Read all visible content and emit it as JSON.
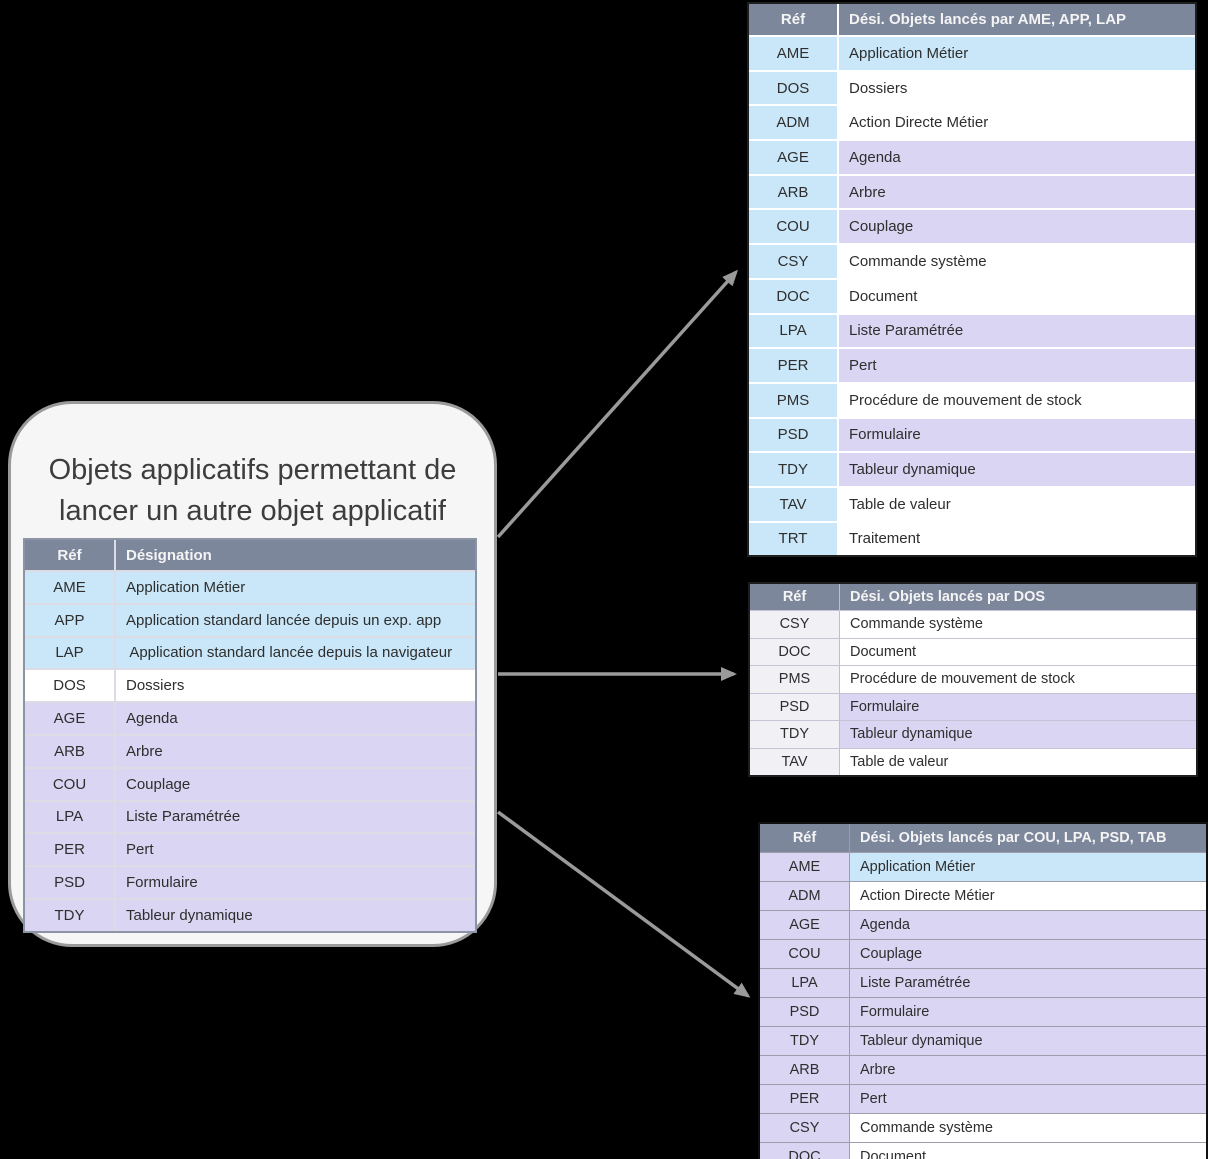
{
  "colors": {
    "background": "#000000",
    "table_header": "#7d879b",
    "cell_blue": "#c9e7f8",
    "cell_purple": "#d9d5f2",
    "cell_white": "#ffffff",
    "cell_gray": "#f1f0f5",
    "arrow": "#9a9a9a",
    "box_fill": "#f6f6f6",
    "box_border": "#9a9a9a"
  },
  "source_box": {
    "title_line1": "Objets applicatifs permettant de",
    "title_line2": "lancer un autre objet applicatif",
    "table": {
      "header_ref": "Réf",
      "header_des": "Désignation",
      "rows": [
        {
          "ref": "AME",
          "label": "Application Métier",
          "ref_tone": "blue",
          "label_tone": "blue"
        },
        {
          "ref": "APP",
          "label": "Application standard lancée depuis un exp. app",
          "ref_tone": "blue",
          "label_tone": "blue"
        },
        {
          "ref": "LAP",
          "label": " Application standard lancée depuis la navigateur",
          "ref_tone": "blue",
          "label_tone": "blue"
        },
        {
          "ref": "DOS",
          "label": "Dossiers",
          "ref_tone": "white",
          "label_tone": "white"
        },
        {
          "ref": "AGE",
          "label": "Agenda",
          "ref_tone": "purple",
          "label_tone": "purple"
        },
        {
          "ref": "ARB",
          "label": "Arbre",
          "ref_tone": "purple",
          "label_tone": "purple"
        },
        {
          "ref": "COU",
          "label": "Couplage",
          "ref_tone": "purple",
          "label_tone": "purple"
        },
        {
          "ref": "LPA",
          "label": "Liste Paramétrée",
          "ref_tone": "purple",
          "label_tone": "purple"
        },
        {
          "ref": "PER",
          "label": "Pert",
          "ref_tone": "purple",
          "label_tone": "purple"
        },
        {
          "ref": "PSD",
          "label": "Formulaire",
          "ref_tone": "purple",
          "label_tone": "purple"
        },
        {
          "ref": "TDY",
          "label": "Tableur dynamique",
          "ref_tone": "purple",
          "label_tone": "purple"
        }
      ]
    }
  },
  "table_ame": {
    "header_ref": "Réf",
    "header_des": "Dési. Objets lancés par AME, APP, LAP",
    "rows": [
      {
        "ref": "AME",
        "label": "Application Métier",
        "ref_tone": "blue",
        "label_tone": "blue"
      },
      {
        "ref": "DOS",
        "label": "Dossiers",
        "ref_tone": "blue",
        "label_tone": "white"
      },
      {
        "ref": "ADM",
        "label": "Action Directe Métier",
        "ref_tone": "blue",
        "label_tone": "white"
      },
      {
        "ref": "AGE",
        "label": "Agenda",
        "ref_tone": "blue",
        "label_tone": "purple"
      },
      {
        "ref": "ARB",
        "label": "Arbre",
        "ref_tone": "blue",
        "label_tone": "purple"
      },
      {
        "ref": "COU",
        "label": "Couplage",
        "ref_tone": "blue",
        "label_tone": "purple"
      },
      {
        "ref": "CSY",
        "label": "Commande système",
        "ref_tone": "blue",
        "label_tone": "white"
      },
      {
        "ref": "DOC",
        "label": "Document",
        "ref_tone": "blue",
        "label_tone": "white"
      },
      {
        "ref": "LPA",
        "label": "Liste Paramétrée",
        "ref_tone": "blue",
        "label_tone": "purple"
      },
      {
        "ref": "PER",
        "label": "Pert",
        "ref_tone": "blue",
        "label_tone": "purple"
      },
      {
        "ref": "PMS",
        "label": "Procédure de mouvement de stock",
        "ref_tone": "blue",
        "label_tone": "white"
      },
      {
        "ref": "PSD",
        "label": "Formulaire",
        "ref_tone": "blue",
        "label_tone": "purple"
      },
      {
        "ref": "TDY",
        "label": "Tableur dynamique",
        "ref_tone": "blue",
        "label_tone": "purple"
      },
      {
        "ref": "TAV",
        "label": "Table de valeur",
        "ref_tone": "blue",
        "label_tone": "white"
      },
      {
        "ref": "TRT",
        "label": "Traitement",
        "ref_tone": "blue",
        "label_tone": "white"
      }
    ]
  },
  "table_dos": {
    "header_ref": "Réf",
    "header_des": "Dési. Objets lancés par DOS",
    "rows": [
      {
        "ref": "CSY",
        "label": "Commande système",
        "ref_tone": "gray",
        "label_tone": "white"
      },
      {
        "ref": "DOC",
        "label": "Document",
        "ref_tone": "gray",
        "label_tone": "white"
      },
      {
        "ref": "PMS",
        "label": "Procédure de mouvement de stock",
        "ref_tone": "gray",
        "label_tone": "white"
      },
      {
        "ref": "PSD",
        "label": "Formulaire",
        "ref_tone": "gray",
        "label_tone": "purple"
      },
      {
        "ref": "TDY",
        "label": "Tableur dynamique",
        "ref_tone": "gray",
        "label_tone": "purple"
      },
      {
        "ref": "TAV",
        "label": "Table de valeur",
        "ref_tone": "gray",
        "label_tone": "white"
      }
    ]
  },
  "table_cou": {
    "header_ref": "Réf",
    "header_des": "Dési. Objets lancés par COU, LPA, PSD, TAB",
    "rows": [
      {
        "ref": "AME",
        "label": "Application Métier",
        "ref_tone": "purple",
        "label_tone": "blue"
      },
      {
        "ref": "ADM",
        "label": "Action Directe Métier",
        "ref_tone": "purple",
        "label_tone": "white"
      },
      {
        "ref": "AGE",
        "label": "Agenda",
        "ref_tone": "purple",
        "label_tone": "purple"
      },
      {
        "ref": "COU",
        "label": "Couplage",
        "ref_tone": "purple",
        "label_tone": "purple"
      },
      {
        "ref": "LPA",
        "label": "Liste Paramétrée",
        "ref_tone": "purple",
        "label_tone": "purple"
      },
      {
        "ref": "PSD",
        "label": "Formulaire",
        "ref_tone": "purple",
        "label_tone": "purple"
      },
      {
        "ref": "TDY",
        "label": "Tableur dynamique",
        "ref_tone": "purple",
        "label_tone": "purple"
      },
      {
        "ref": "ARB",
        "label": "Arbre",
        "ref_tone": "purple",
        "label_tone": "purple"
      },
      {
        "ref": "PER",
        "label": "Pert",
        "ref_tone": "purple",
        "label_tone": "purple"
      },
      {
        "ref": "CSY",
        "label": "Commande système",
        "ref_tone": "purple",
        "label_tone": "white"
      },
      {
        "ref": "DOC",
        "label": "Document",
        "ref_tone": "purple",
        "label_tone": "white"
      }
    ]
  }
}
